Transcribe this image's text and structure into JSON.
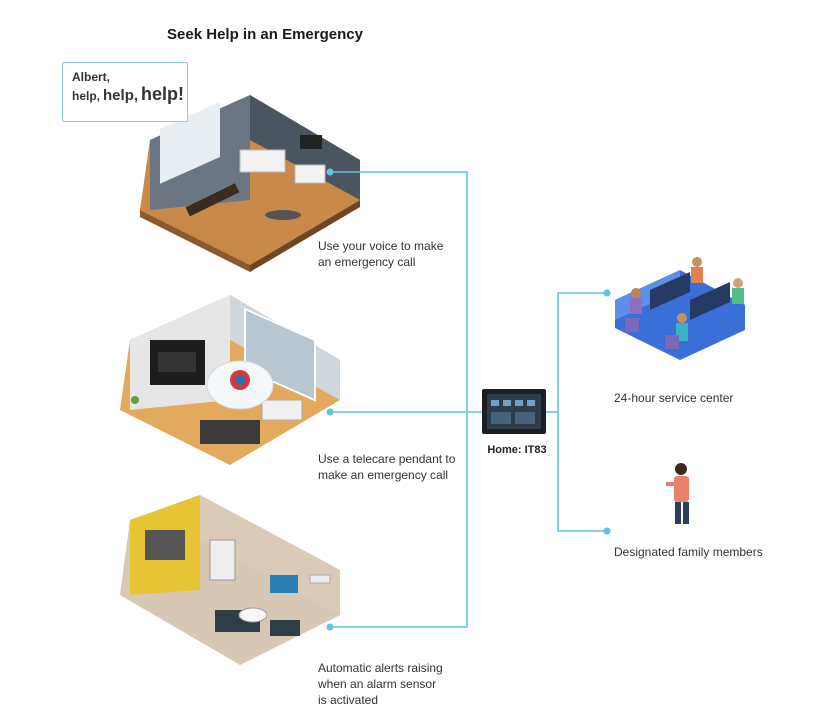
{
  "title": "Seek Help in an Emergency",
  "speech_bubble": {
    "line1": "Albert,",
    "line2_words": [
      "help,",
      "help,",
      "help!"
    ]
  },
  "captions": {
    "voice": [
      "Use your voice to make",
      "an emergency call"
    ],
    "pendant": [
      "Use a telecare pendant to",
      "make an emergency call"
    ],
    "sensor": [
      "Automatic alerts raising",
      "when an alarm sensor",
      "is activated"
    ]
  },
  "hub": {
    "label": "Home: IT83"
  },
  "destinations": {
    "service_center": "24-hour service center",
    "family": "Designated family members"
  },
  "colors": {
    "connector": "#5ec4e0",
    "floor": "#d99a52",
    "wall": "#4a5560"
  }
}
